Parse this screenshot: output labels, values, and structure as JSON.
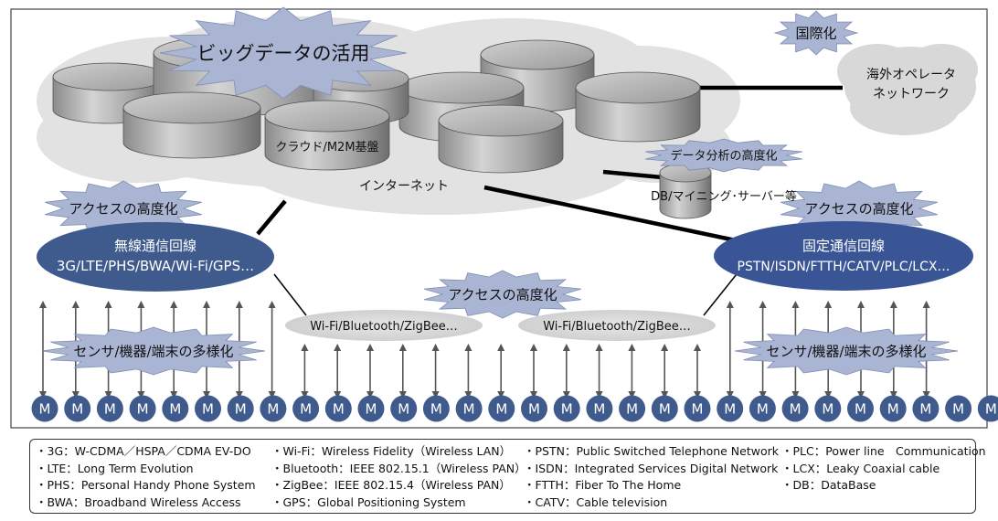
{
  "title": "ビッグデータの活用",
  "internationalization": "国際化",
  "overseas_network": [
    "海外オペレータ",
    "ネットワーク"
  ],
  "cloud_label": "クラウド/M2M基盤",
  "internet_label": "インターネット",
  "data_analysis": "データ分析の高度化",
  "db_label": "DB/マイニング･サーバー等",
  "access_advancement": "アクセスの高度化",
  "wireless": [
    "無線通信回線",
    "3G/LTE/PHS/BWA/Wi-Fi/GPS…"
  ],
  "fixed": [
    "固定通信回線",
    "PSTN/ISDN/FTTH/CATV/PLC/LCX…"
  ],
  "short_range": "Wi-Fi/Bluetooth/ZigBee…",
  "diversification": "センサ/機器/端末の多様化",
  "node_letter": "M",
  "legend": [
    [
      "・3G：W-CDMA／HSPA／CDMA EV-DO",
      "・LTE：Long Term Evolution",
      "・PHS：Personal Handy Phone System",
      "・BWA：Broadband Wireless Access"
    ],
    [
      "・Wi-Fi：Wireless Fidelity（Wireless LAN）",
      "・Bluetooth：IEEE 802.15.1（Wireless PAN）",
      "・ZigBee：IEEE 802.15.4（Wireless PAN）",
      "・GPS：Global Positioning System"
    ],
    [
      "・PSTN：Public Switched Telephone Network",
      "・ISDN：Integrated Services Digital Network",
      "・FTTH：Fiber To The Home",
      "・CATV：Cable television"
    ],
    [
      "・PLC：Power line　Communication",
      "・LCX：Leaky Coaxial cable",
      "・DB：DataBase"
    ]
  ],
  "colors": {
    "node": "#3f5a8c",
    "wireless_ellipse": "#3f5a8c",
    "fixed_ellipse": "#3a5596",
    "starburst": "#a9b5d3",
    "cloud": "#e2e2e2",
    "small_cloud": "#d8d8d8",
    "arrow": "#555555"
  }
}
